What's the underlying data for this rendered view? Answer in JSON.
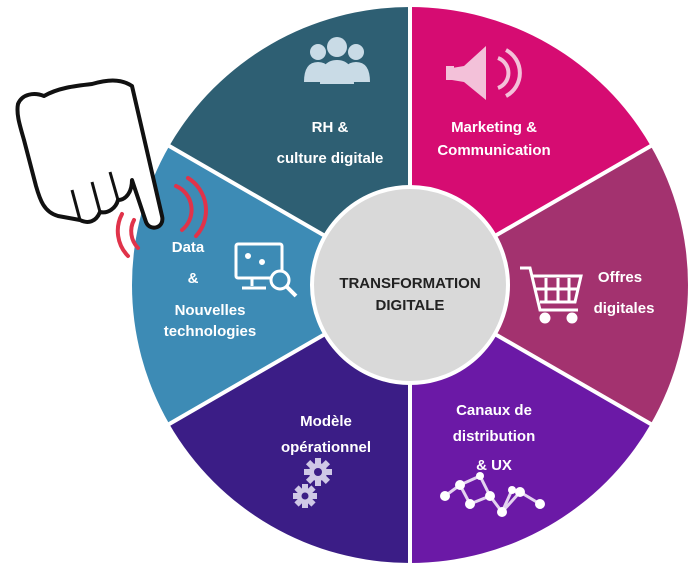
{
  "center": {
    "line1": "TRANSFORMATION",
    "line2": "DIGITALE",
    "fill": "#d9d9d9"
  },
  "segments": [
    {
      "id": "rh",
      "lines": [
        "RH &",
        "culture digitale"
      ],
      "color": "#2e5f73",
      "icon": "people-icon"
    },
    {
      "id": "marketing",
      "lines": [
        "Marketing &",
        "Communication"
      ],
      "color": "#d60c72",
      "icon": "megaphone-icon"
    },
    {
      "id": "offres",
      "lines": [
        "Offres",
        "digitales"
      ],
      "color": "#a3326f",
      "icon": "shopping-cart-icon"
    },
    {
      "id": "canaux",
      "lines": [
        "Canaux de",
        "distribution",
        "& UX"
      ],
      "color": "#6b19a6",
      "icon": "network-nodes-icon"
    },
    {
      "id": "modele",
      "lines": [
        "Modèle",
        "opérationnel"
      ],
      "color": "#3b1d86",
      "icon": "gears-icon"
    },
    {
      "id": "data",
      "lines": [
        "Data",
        "&",
        "Nouvelles",
        "technologies"
      ],
      "color": "#3d8bb5",
      "icon": "monitor-magnifier-icon"
    }
  ],
  "pointer": {
    "icon": "pointing-hand-icon",
    "waves_color": "#e0334a"
  }
}
